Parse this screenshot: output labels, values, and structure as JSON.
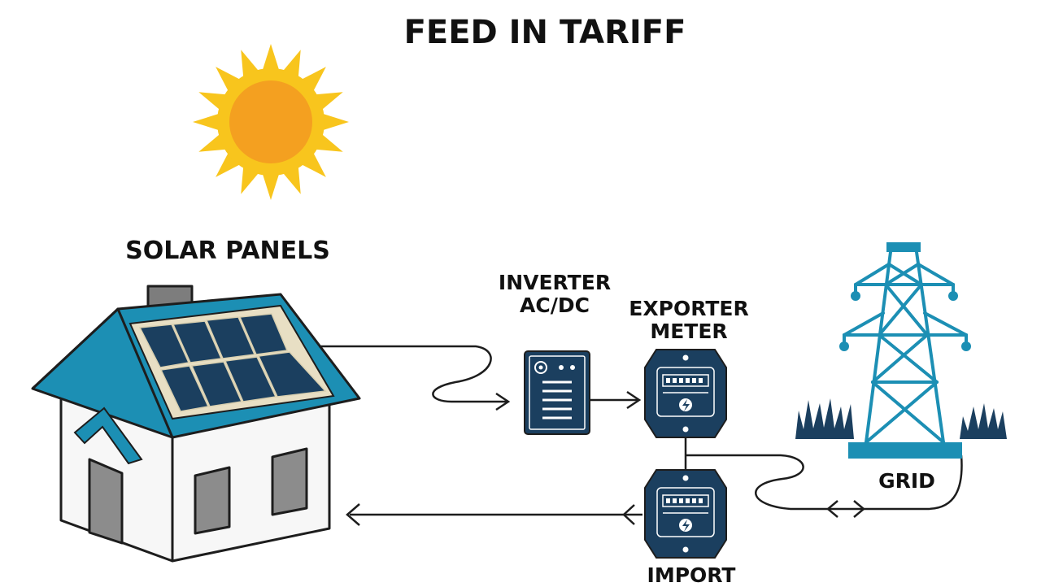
{
  "title": "FEED IN TARIFF",
  "labels": {
    "solar_panels": "SOLAR PANELS",
    "inverter_line1": "INVERTER",
    "inverter_line2": "AC/DC",
    "exporter_line1": "EXPORTER",
    "exporter_line2": "METER",
    "grid": "GRID",
    "import": "IMPORT"
  },
  "icons": [
    "sun-icon",
    "house-icon",
    "solar-panel-icon",
    "inverter-icon",
    "export-meter-icon",
    "import-meter-icon",
    "power-tower-icon",
    "grass-icon"
  ],
  "colors": {
    "brand_blue": "#1c8fb4",
    "navy": "#1b3f5f",
    "sun_outer": "#f8c51d",
    "sun_inner": "#f4a020",
    "wall": "#f7f7f7",
    "outline": "#1d1d1d",
    "gray": "#8c8c8c"
  }
}
